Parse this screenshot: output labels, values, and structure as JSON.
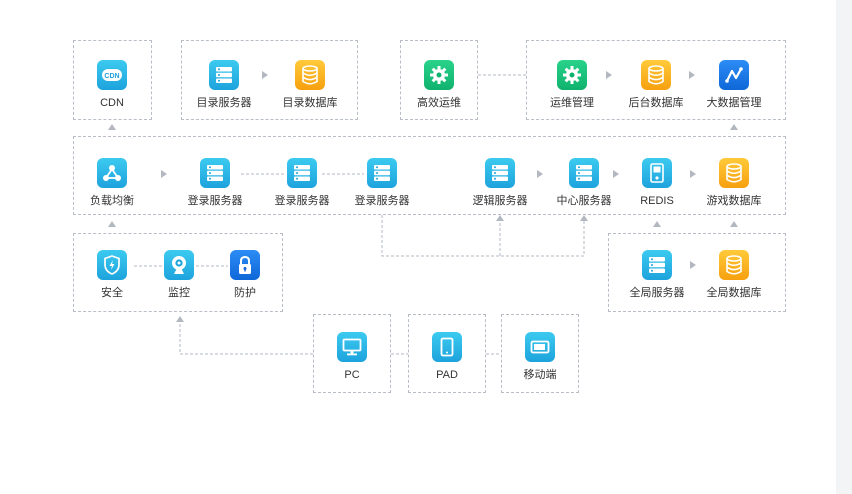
{
  "colors": {
    "blue": "#1ea3dc",
    "orange": "#f7a00f",
    "green": "#0fb26d",
    "dark_blue": "#0f67d8",
    "dashed_border": "#b9bec6",
    "arrow": "#b3b8c0"
  },
  "top_row": {
    "cdn": {
      "label": "CDN",
      "icon_text": "CDN",
      "icon": "cdn-icon"
    },
    "directory": [
      {
        "label": "目录服务器",
        "icon": "server-icon"
      },
      {
        "label": "目录数据库",
        "icon": "database-icon"
      }
    ],
    "ops_group": {
      "label": "高效运维",
      "icon": "gear-icon"
    },
    "ops": [
      {
        "label": "运维管理",
        "icon": "gear-icon"
      },
      {
        "label": "后台数据库",
        "icon": "database-icon"
      },
      {
        "label": "大数据管理",
        "icon": "chart-icon"
      }
    ]
  },
  "middle_row": [
    {
      "label": "负载均衡",
      "icon": "load-balance-icon"
    },
    {
      "label": "登录服务器",
      "icon": "server-icon"
    },
    {
      "label": "登录服务器",
      "icon": "server-icon"
    },
    {
      "label": "登录服务器",
      "icon": "server-icon"
    },
    {
      "label": "逻辑服务器",
      "icon": "server-icon"
    },
    {
      "label": "中心服务器",
      "icon": "server-icon"
    },
    {
      "label": "REDIS",
      "icon": "redis-icon"
    },
    {
      "label": "游戏数据库",
      "icon": "database-icon"
    }
  ],
  "security_row": [
    {
      "label": "安全",
      "icon": "shield-icon"
    },
    {
      "label": "监控",
      "icon": "camera-icon"
    },
    {
      "label": "防护",
      "icon": "lock-icon"
    }
  ],
  "global_row": [
    {
      "label": "全局服务器",
      "icon": "server-icon"
    },
    {
      "label": "全局数据库",
      "icon": "database-icon"
    }
  ],
  "clients": [
    {
      "label": "PC",
      "icon": "monitor-icon"
    },
    {
      "label": "PAD",
      "icon": "tablet-icon"
    },
    {
      "label": "移动端",
      "icon": "phone-icon"
    }
  ]
}
